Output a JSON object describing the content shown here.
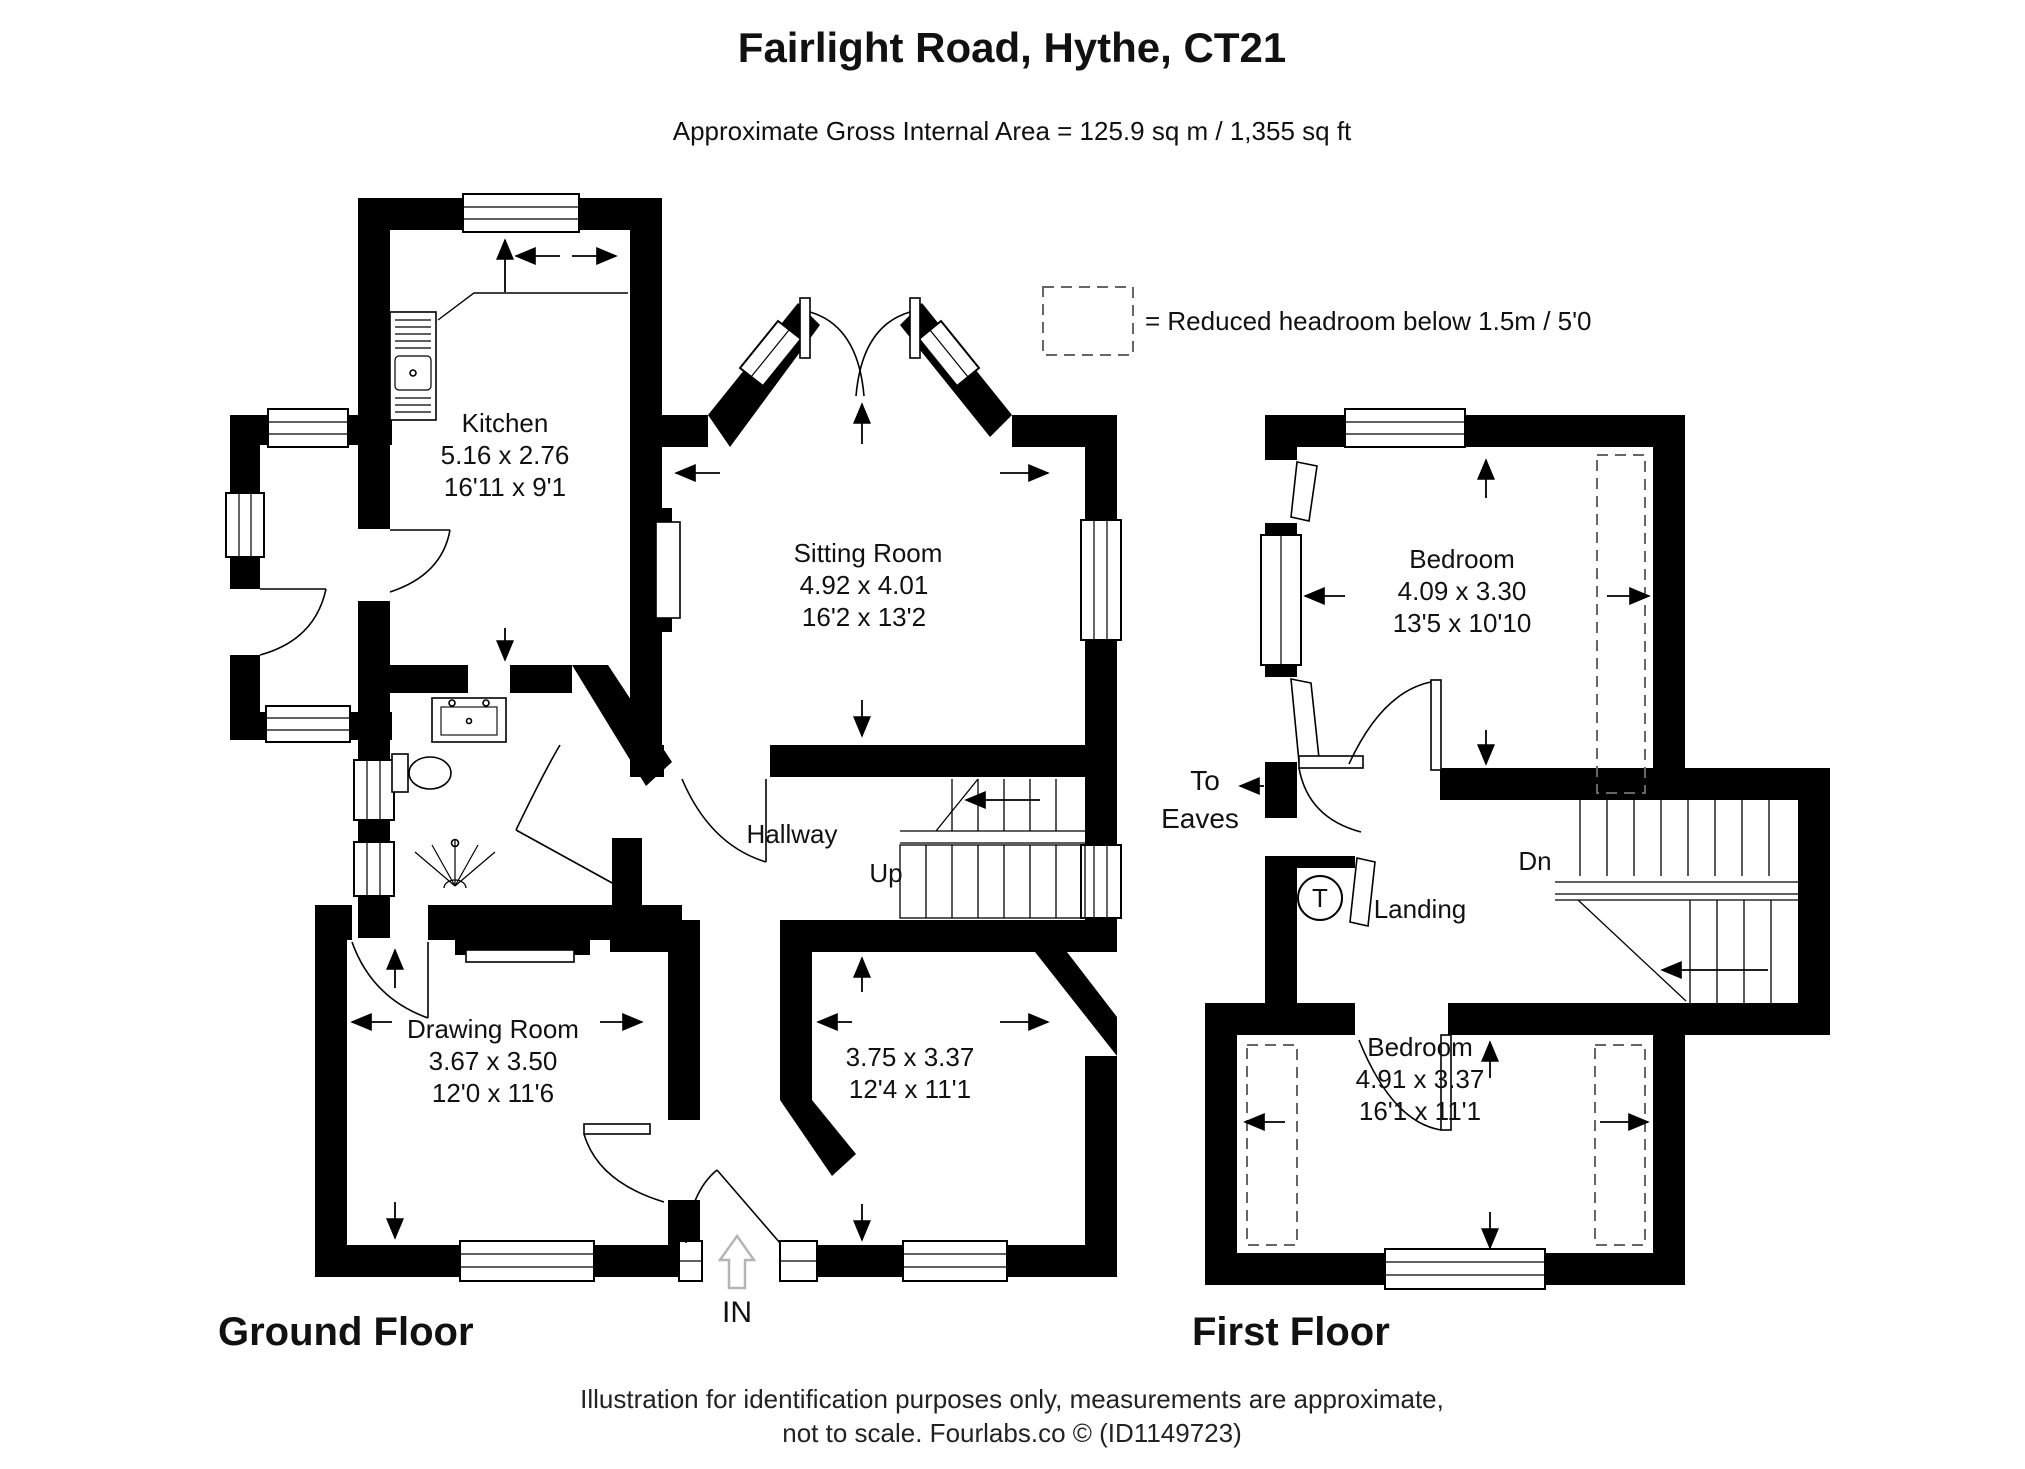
{
  "header": {
    "title": "Fairlight Road, Hythe, CT21",
    "subtitle": "Approximate Gross Internal Area = 125.9 sq m / 1,355 sq ft"
  },
  "legend": {
    "label": "= Reduced headroom below 1.5m / 5'0"
  },
  "colors": {
    "wall": "#000000",
    "reduced_headroom_dash": "#666666",
    "background": "#ffffff"
  },
  "ground_floor": {
    "label": "Ground Floor",
    "kitchen": {
      "name": "Kitchen",
      "metric": "5.16 x 2.76",
      "imperial": "16'11 x 9'1"
    },
    "sitting_room": {
      "name": "Sitting Room",
      "metric": "4.92 x 4.01",
      "imperial": "16'2 x 13'2"
    },
    "hallway": {
      "name": "Hallway"
    },
    "stairs_up": "Up",
    "drawing_room": {
      "name": "Drawing Room",
      "metric": "3.67 x 3.50",
      "imperial": "12'0 x 11'6"
    },
    "front_room": {
      "metric": "3.75 x 3.37",
      "imperial": "12'4 x 11'1"
    },
    "entrance": "IN"
  },
  "first_floor": {
    "label": "First Floor",
    "bedroom_rear": {
      "name": "Bedroom",
      "metric": "4.09 x 3.30",
      "imperial": "13'5 x 10'10"
    },
    "landing": {
      "name": "Landing"
    },
    "stairs_down": "Dn",
    "to_eaves": {
      "line1": "To",
      "line2": "Eaves"
    },
    "tank": "T",
    "bedroom_front": {
      "name": "Bedroom",
      "metric": "4.91 x 3.37",
      "imperial": "16'1 x 11'1"
    }
  },
  "footer": {
    "line1": "Illustration for identification purposes only, measurements are approximate,",
    "line2": "not to scale.  Fourlabs.co © (ID1149723)"
  }
}
